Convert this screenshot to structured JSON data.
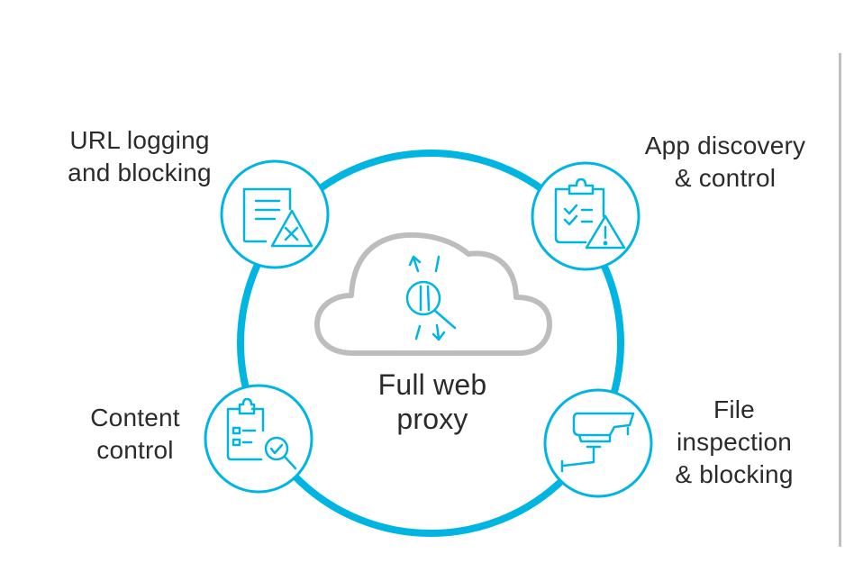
{
  "diagram": {
    "center": {
      "title_lines": [
        "Full web",
        "proxy"
      ],
      "icon": "cloud-proxy-inspection-icon"
    },
    "features": [
      {
        "id": "url",
        "label_lines": [
          "URL logging",
          "and blocking"
        ],
        "icon": "document-warning-x-icon"
      },
      {
        "id": "app",
        "label_lines": [
          "App discovery",
          "& control"
        ],
        "icon": "clipboard-checklist-warning-icon"
      },
      {
        "id": "content",
        "label_lines": [
          "Content",
          "control"
        ],
        "icon": "clipboard-search-check-icon"
      },
      {
        "id": "file",
        "label_lines": [
          "File",
          "inspection",
          "& blocking"
        ],
        "icon": "security-camera-icon"
      }
    ],
    "colors": {
      "accent": "#00b5e2",
      "cloud": "#bdbdbd",
      "text": "#2b2b2b",
      "divider": "#bfbfbf"
    }
  }
}
